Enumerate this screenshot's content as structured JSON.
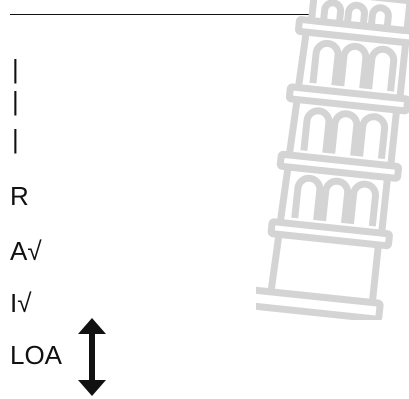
{
  "bars": [
    "|",
    "|",
    "|"
  ],
  "items": [
    {
      "label": "R"
    },
    {
      "label": "A√"
    },
    {
      "label": "I√"
    },
    {
      "label": "LOA"
    }
  ],
  "icons": {
    "tower": "leaning-tower-icon",
    "arrow": "double-arrow-vertical-icon"
  },
  "colors": {
    "text": "#111111",
    "tower_stroke": "#d4d4d4"
  }
}
